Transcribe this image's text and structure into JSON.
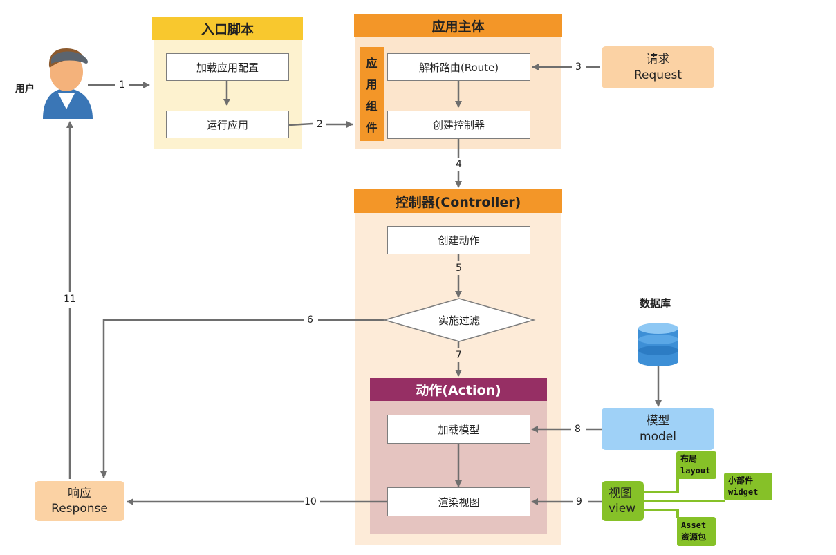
{
  "user": {
    "label": "用户"
  },
  "entry": {
    "title": "入口脚本",
    "load_config": "加载应用配置",
    "run_app": "运行应用"
  },
  "app": {
    "title": "应用主体",
    "components": [
      "应",
      "用",
      "组",
      "件"
    ],
    "parse_route": "解析路由(Route)",
    "create_controller": "创建控制器"
  },
  "request": {
    "zh": "请求",
    "en": "Request"
  },
  "controller": {
    "title": "控制器(Controller)",
    "create_action": "创建动作",
    "filter": "实施过滤"
  },
  "action": {
    "title": "动作(Action)",
    "load_model": "加载模型",
    "render_view": "渲染视图"
  },
  "database": {
    "label": "数据库"
  },
  "model": {
    "zh": "模型",
    "en": "model"
  },
  "view": {
    "zh": "视图",
    "en": "view"
  },
  "layout": {
    "zh": "布局",
    "en": "layout"
  },
  "widget": {
    "zh": "小部件",
    "en": "widget"
  },
  "asset": {
    "en": "Asset",
    "zh": "资源包"
  },
  "response": {
    "zh": "响应",
    "en": "Response"
  },
  "steps": [
    "1",
    "2",
    "3",
    "4",
    "5",
    "6",
    "7",
    "8",
    "9",
    "10",
    "11"
  ],
  "colors": {
    "yellow": "#f8c82e",
    "orange": "#f39628",
    "purple": "#962f64",
    "peach": "#fbd2a4",
    "blue": "#9fd1f7",
    "green": "#86c128",
    "arrow": "#6e6e6e"
  }
}
